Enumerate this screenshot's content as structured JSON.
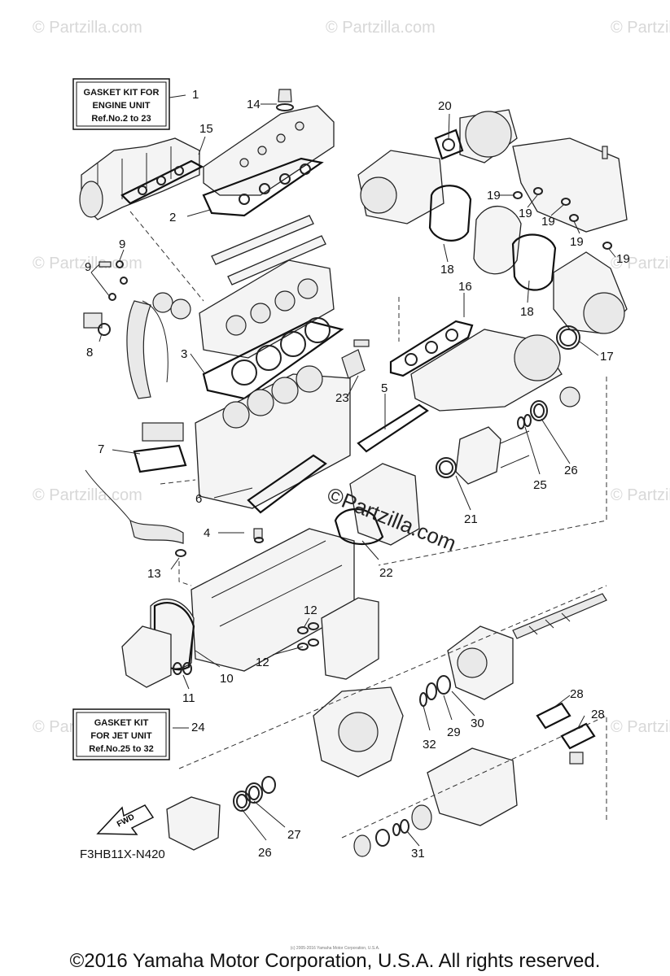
{
  "kit_boxes": {
    "engine": {
      "line1": "GASKET KIT FOR",
      "line2": "ENGINE UNIT",
      "line3": "Ref.No.2 to 23"
    },
    "jet": {
      "line1": "GASKET KIT",
      "line2": "FOR JET UNIT",
      "line3": "Ref.No.25 to 32"
    }
  },
  "callouts": {
    "c1": "1",
    "c2": "2",
    "c3": "3",
    "c4": "4",
    "c5": "5",
    "c6": "6",
    "c7": "7",
    "c8": "8",
    "c9a": "9",
    "c9b": "9",
    "c10": "10",
    "c11": "11",
    "c12a": "12",
    "c12b": "12",
    "c13": "13",
    "c14": "14",
    "c15": "15",
    "c16": "16",
    "c17": "17",
    "c18a": "18",
    "c18b": "18",
    "c19a": "19",
    "c19b": "19",
    "c19c": "19",
    "c19d": "19",
    "c19e": "19",
    "c20": "20",
    "c21": "21",
    "c22": "22",
    "c23": "23",
    "c24": "24",
    "c25": "25",
    "c26a": "26",
    "c26b": "26",
    "c27": "27",
    "c28a": "28",
    "c28b": "28",
    "c29": "29",
    "c30": "30",
    "c31": "31",
    "c32": "32"
  },
  "fwd_label": "FWD",
  "diagram_code": "F3HB11X-N420",
  "watermark_brand": "©Partzilla.com",
  "watermark_text": "© Partzilla.com",
  "fine_print": "(c) 2005-2016 Yamaha Motor Corporation, U.S.A.",
  "copyright": "©2016 Yamaha Motor Corporation, U.S.A. All rights reserved."
}
